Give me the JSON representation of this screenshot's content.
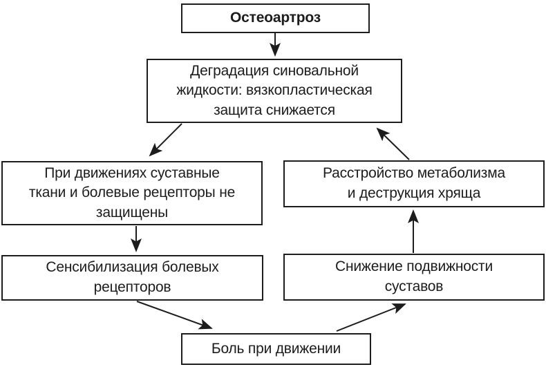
{
  "diagram": {
    "title": "Остеоартроз",
    "type": "cyclic-flowchart",
    "colors": {
      "border": "#1c1c1c",
      "background": "#ffffff",
      "text": "#1c1c1c"
    },
    "nodes": {
      "osteoarthrosis": {
        "label": "Остеоартроз"
      },
      "degradation": {
        "label": "Деградация синовальной\nжидкости: вязкопластическая\nзащита снижается"
      },
      "unprotected": {
        "label": "При движениях суставные\nткани и болевые рецепторы не\nзащищены"
      },
      "metabolism": {
        "label": "Расстройство метаболизма\nи деструкция хряща"
      },
      "sensitization": {
        "label": "Сенсибилизация болевых\nрецепторов"
      },
      "mobility": {
        "label": "Снижение подвижности\nсуставов"
      },
      "pain": {
        "label": "Боль при движении"
      }
    },
    "edges": [
      {
        "from": "osteoarthrosis",
        "to": "degradation"
      },
      {
        "from": "degradation",
        "to": "unprotected"
      },
      {
        "from": "unprotected",
        "to": "sensitization"
      },
      {
        "from": "sensitization",
        "to": "pain"
      },
      {
        "from": "pain",
        "to": "mobility"
      },
      {
        "from": "mobility",
        "to": "metabolism"
      },
      {
        "from": "metabolism",
        "to": "degradation"
      }
    ]
  }
}
